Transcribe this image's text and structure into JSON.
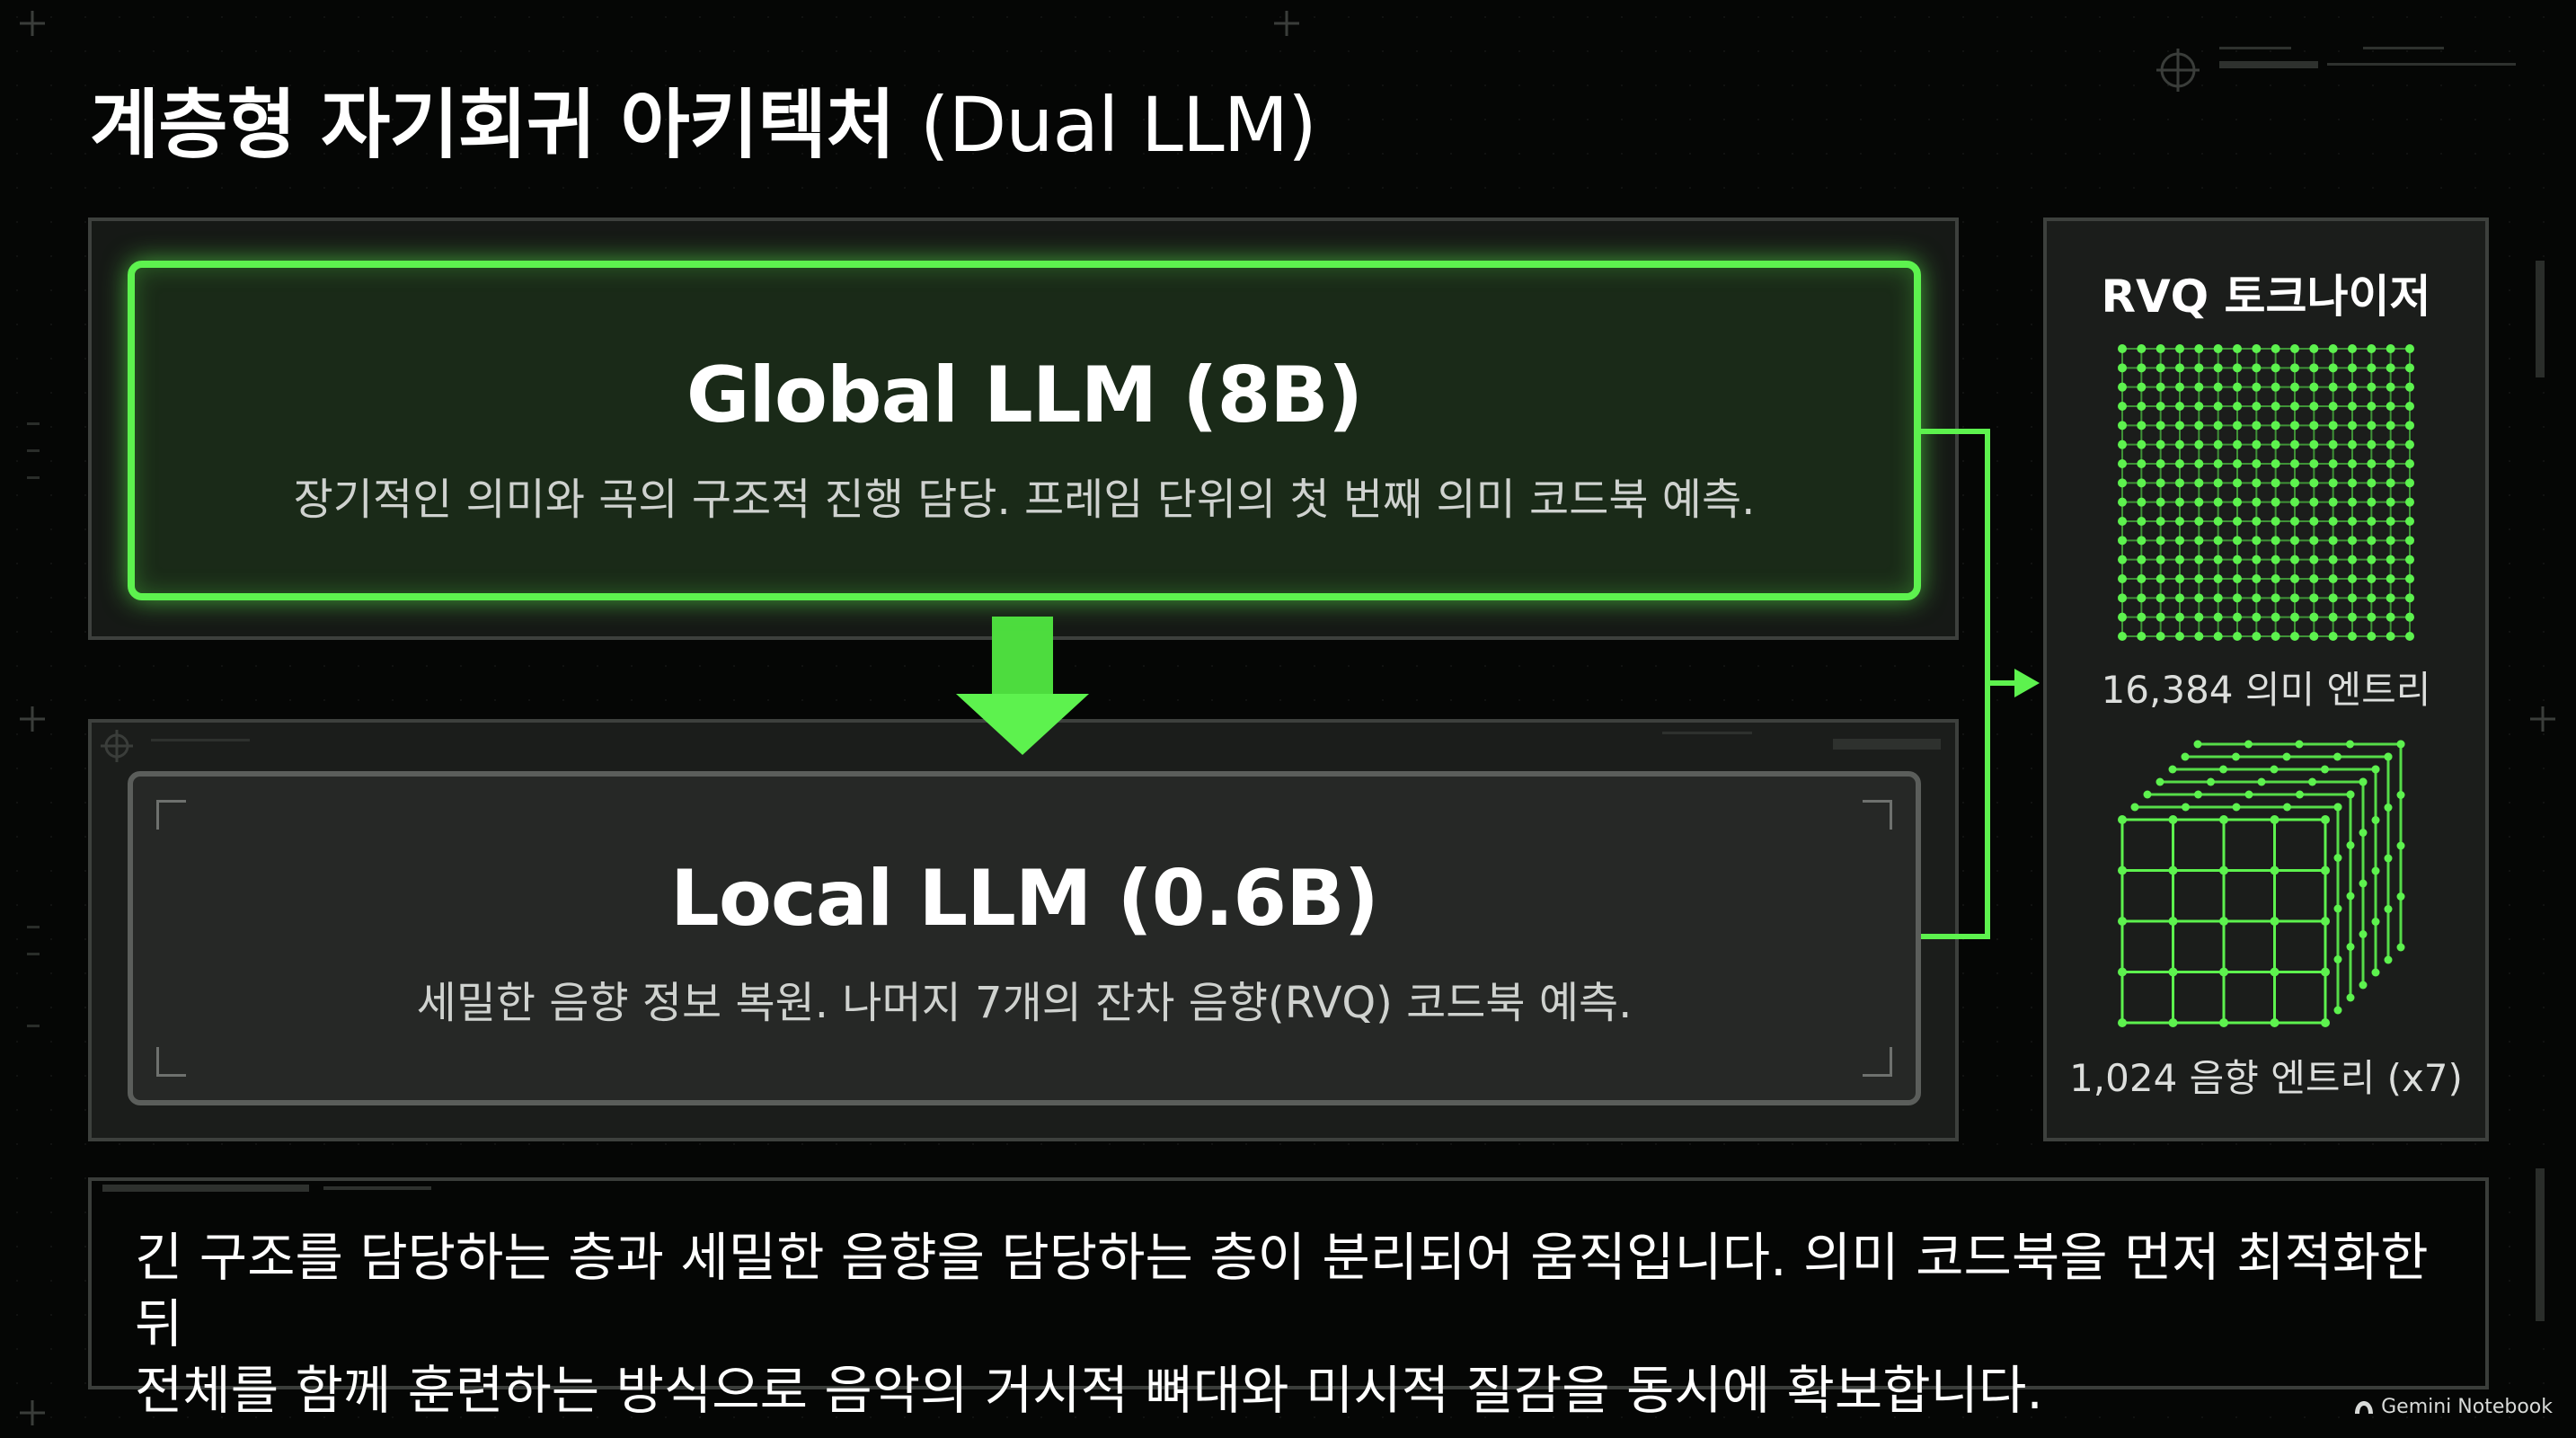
{
  "title": {
    "main": "계층형 자기회귀 아키텍처",
    "suffix": "(Dual LLM)"
  },
  "global_llm": {
    "title": "Global LLM (8B)",
    "description": "장기적인 의미와 곡의 구조적 진행 담당. 프레임 단위의 첫 번째 의미 코드북 예측."
  },
  "local_llm": {
    "title": "Local LLM (0.6B)",
    "description": "세밀한 음향 정보 복원. 나머지 7개의 잔차 음향(RVQ) 코드북 예측."
  },
  "rvq": {
    "title": "RVQ 토크나이저",
    "semantic_label": "16,384 의미 엔트리",
    "acoustic_label": "1,024 음향 엔트리 (x7)"
  },
  "summary": {
    "line1": "긴 구조를 담당하는 층과 세밀한 음향을 담당하는 층이 분리되어 움직입니다. 의미 코드북을 먼저 최적화한 뒤",
    "line2": "전체를 함께 훈련하는 방식으로 음악의 거시적 뼈대와 미시적 질감을 동시에 확보합니다."
  },
  "brand": {
    "label": "Gemini Notebook",
    "icon": "notebook-icon"
  },
  "colors": {
    "accent": "#5df24e",
    "background": "#050605",
    "panel": "#1b1d1b"
  }
}
